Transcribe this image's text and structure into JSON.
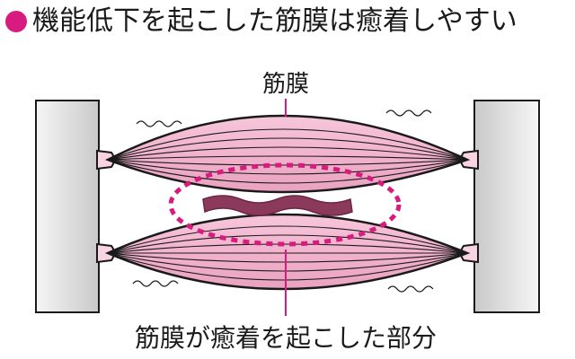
{
  "title": "機能低下を起こした筋膜は癒着しやすい",
  "labels": {
    "fascia": "筋膜",
    "adhesion": "筋膜が癒着を起こした部分"
  },
  "colors": {
    "accent": "#d81b7f",
    "muscle_fill": "#f2b3cd",
    "muscle_fill_light": "#f8d3e2",
    "muscle_stroke": "#1a1a1a",
    "adhesion": "#8c3a5c",
    "bone_fill": "#e3e3e3",
    "bone_shade": "#c7c7c7",
    "text": "#1a1a1a"
  }
}
